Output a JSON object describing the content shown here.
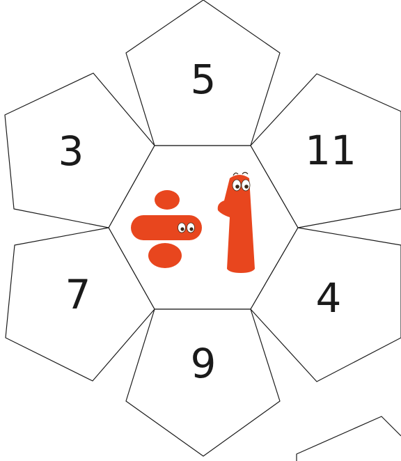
{
  "puzzle": {
    "colors": {
      "outline": "#1a1a1a",
      "mascot": "#e8461e",
      "background": "#ffffff"
    },
    "center": {
      "operator_icon": "division-sign-mascot-icon",
      "operand": "1"
    },
    "petals": [
      {
        "position": "top",
        "number": "5"
      },
      {
        "position": "upper-left",
        "number": "3"
      },
      {
        "position": "upper-right",
        "number": "11"
      },
      {
        "position": "lower-left",
        "number": "7"
      },
      {
        "position": "lower-right",
        "number": "4"
      },
      {
        "position": "bottom",
        "number": "9"
      }
    ]
  }
}
